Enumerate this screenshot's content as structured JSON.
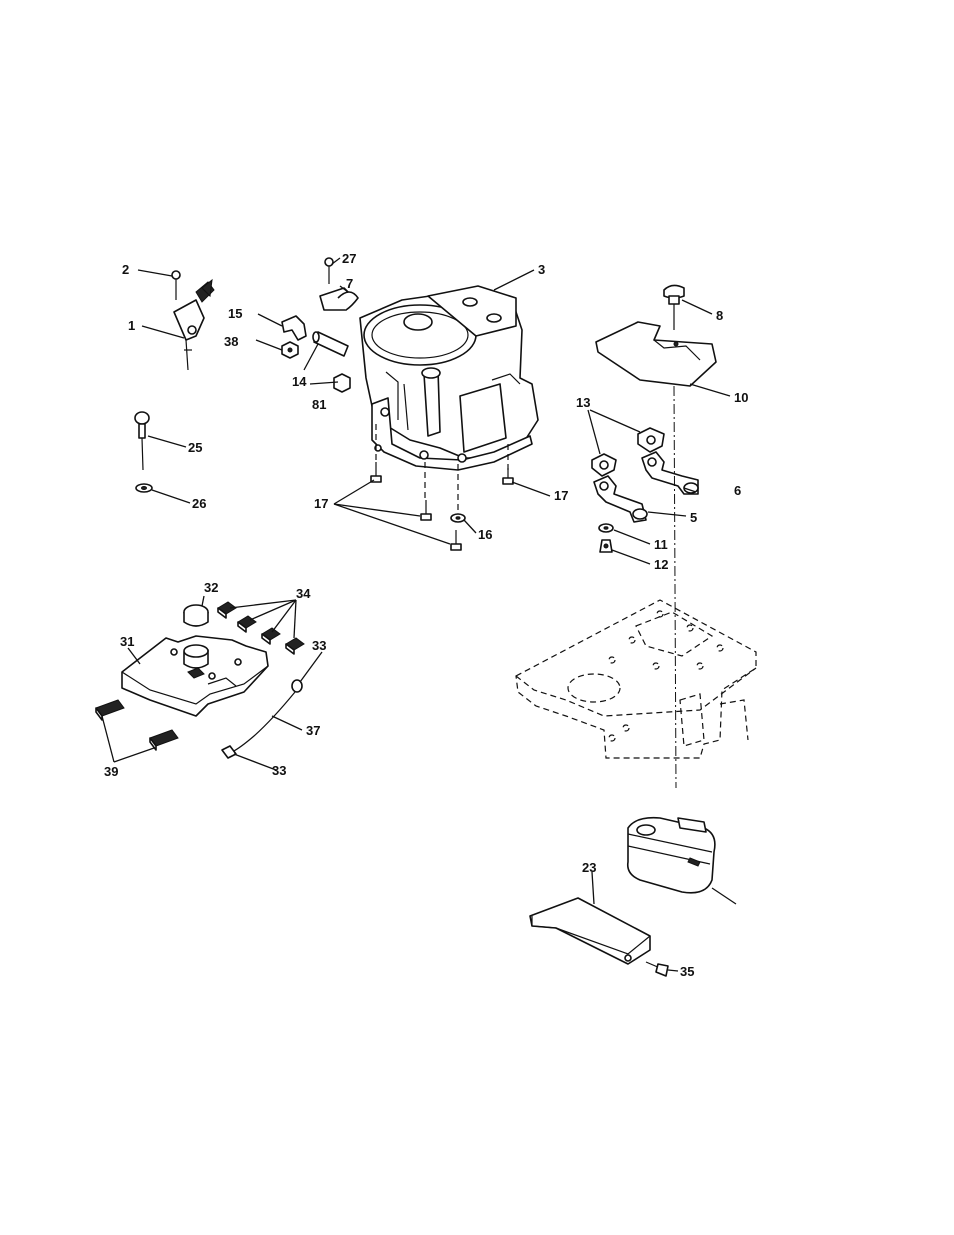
{
  "callouts": {
    "c1": "1",
    "c2": "2",
    "c3": "3",
    "c5": "5",
    "c6": "6",
    "c7": "7",
    "c8": "8",
    "c10": "10",
    "c11": "11",
    "c12": "12",
    "c13": "13",
    "c14": "14",
    "c15": "15",
    "c16": "16",
    "c17a": "17",
    "c17b": "17",
    "c23": "23",
    "c25": "25",
    "c26": "26",
    "c27": "27",
    "c31": "31",
    "c32": "32",
    "c33a": "33",
    "c33b": "33",
    "c34": "34",
    "c35": "35",
    "c37": "37",
    "c38": "38",
    "c39": "39",
    "c81": "81"
  }
}
